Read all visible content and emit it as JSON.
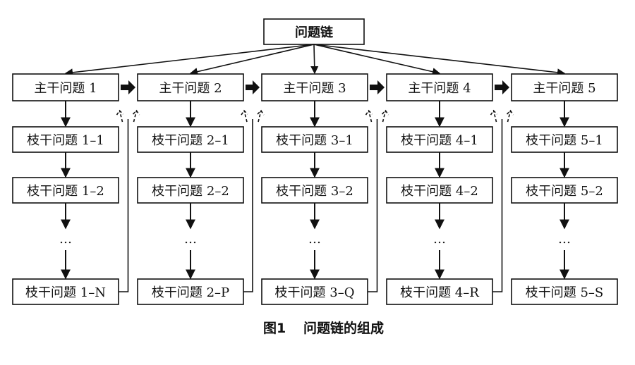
{
  "root": {
    "label": "问题链"
  },
  "columns": [
    {
      "main": "主干问题 1",
      "branches": [
        "枝干问题 1–1",
        "枝干问题 1–2"
      ],
      "ellipsis": "…",
      "last": "枝干问题 1–N"
    },
    {
      "main": "主干问题 2",
      "branches": [
        "枝干问题 2–1",
        "枝干问题 2–2"
      ],
      "ellipsis": "…",
      "last": "枝干问题 2–P"
    },
    {
      "main": "主干问题 3",
      "branches": [
        "枝干问题 3–1",
        "枝干问题 3–2"
      ],
      "ellipsis": "…",
      "last": "枝干问题 3–Q"
    },
    {
      "main": "主干问题 4",
      "branches": [
        "枝干问题 4–1",
        "枝干问题 4–2"
      ],
      "ellipsis": "…",
      "last": "枝干问题 4–R"
    },
    {
      "main": "主干问题 5",
      "branches": [
        "枝干问题 5–1",
        "枝干问题 5–2"
      ],
      "ellipsis": "…",
      "last": "枝干问题 5–S"
    }
  ],
  "caption": {
    "figure": "图1",
    "title": "问题链的组成"
  }
}
